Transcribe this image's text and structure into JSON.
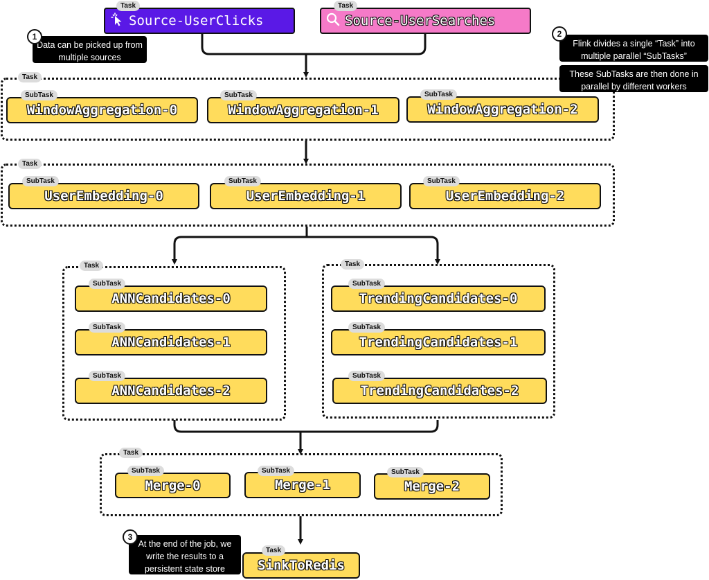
{
  "labels": {
    "task": "Task",
    "subtask": "SubTask"
  },
  "sources": [
    {
      "label": "Source-UserClicks",
      "icon": "pointer-click-icon",
      "color": "#5a19e6"
    },
    {
      "label": "Source-UserSearches",
      "icon": "search-icon",
      "color": "#f57ac8"
    }
  ],
  "window_aggregation": [
    "WindowAggregation-0",
    "WindowAggregation-1",
    "WindowAggregation-2"
  ],
  "user_embedding": [
    "UserEmbedding-0",
    "UserEmbedding-1",
    "UserEmbedding-2"
  ],
  "ann_candidates": [
    "ANNCandidates-0",
    "ANNCandidates-1",
    "ANNCandidates-2"
  ],
  "trending_candidates": [
    "TrendingCandidates-0",
    "TrendingCandidates-1",
    "TrendingCandidates-2"
  ],
  "merge": [
    "Merge-0",
    "Merge-1",
    "Merge-2"
  ],
  "sink": "SinkToRedis",
  "notes": [
    {
      "number": "1",
      "text": "Data can be picked up from multiple sources"
    },
    {
      "number": "2",
      "text": "Flink divides a single “Task” into multiple parallel “SubTasks”"
    },
    {
      "number": "",
      "text": "These SubTasks are then done in parallel by different workers"
    },
    {
      "number": "3",
      "text": "At the end of the job, we write the results to a persistent state store"
    }
  ],
  "colors": {
    "subtask_fill": "#ffdc5c",
    "tag_fill": "#dcdcdc",
    "note_fill": "#000000"
  }
}
